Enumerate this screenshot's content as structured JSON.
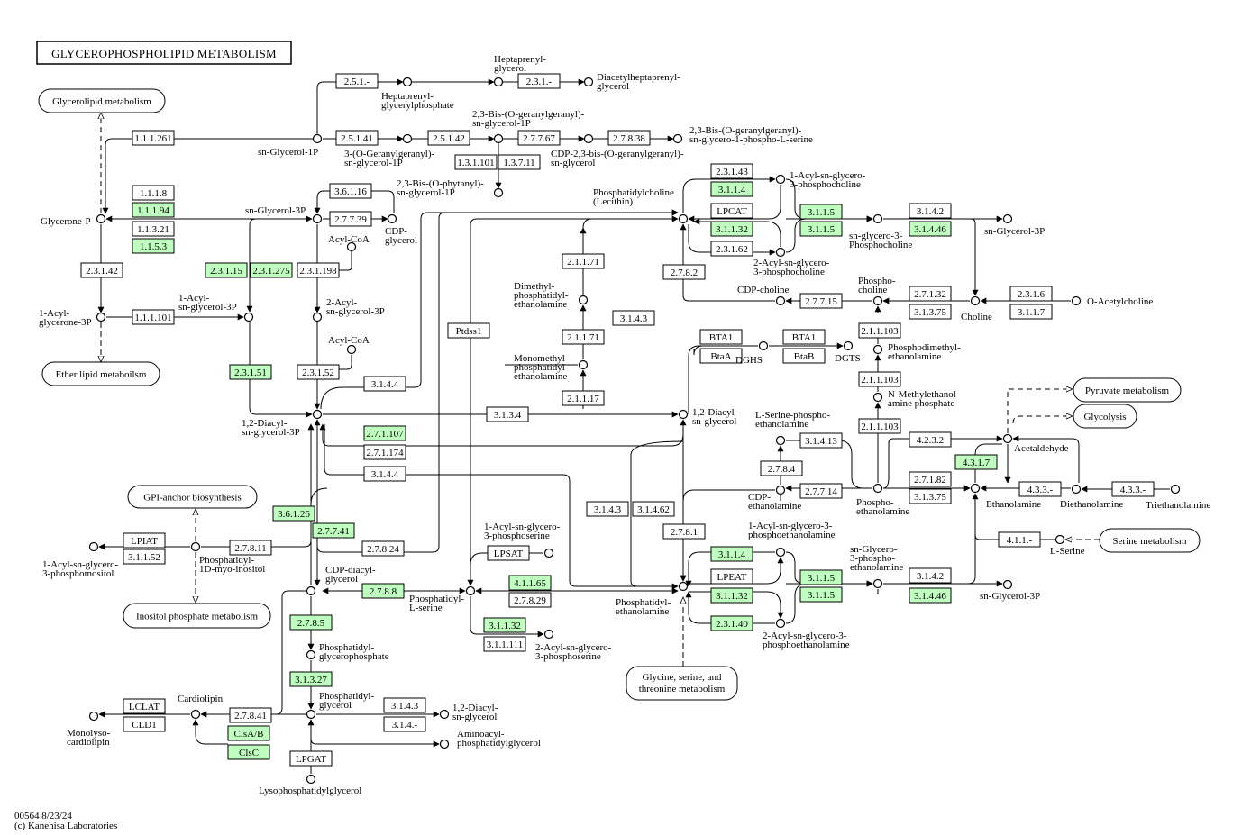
{
  "title": "GLYCEROPHOSPHOLIPID  METABOLISM",
  "footer": {
    "line1": "00564 8/23/24",
    "line2": "(c) Kanehisa Laboratories"
  },
  "colors": {
    "highlight": "#bfffbf",
    "plain": "#ffffff",
    "stroke": "#000000"
  },
  "enzymes": [
    {
      "label": "2.5.1.-",
      "hl": false
    },
    {
      "label": "2.3.1.-",
      "hl": false
    },
    {
      "label": "1.1.1.261",
      "hl": false
    },
    {
      "label": "2.5.1.41",
      "hl": false
    },
    {
      "label": "2.5.1.42",
      "hl": false
    },
    {
      "label": "2.7.7.67",
      "hl": false
    },
    {
      "label": "2.7.8.38",
      "hl": false
    },
    {
      "label": "1.3.1.101",
      "hl": false
    },
    {
      "label": "1.3.7.11",
      "hl": false
    },
    {
      "label": "1.1.1.8",
      "hl": false
    },
    {
      "label": "1.1.1.94",
      "hl": true
    },
    {
      "label": "1.1.3.21",
      "hl": false
    },
    {
      "label": "1.1.5.3",
      "hl": true
    },
    {
      "label": "3.6.1.16",
      "hl": false
    },
    {
      "label": "2.7.7.39",
      "hl": false
    },
    {
      "label": "2.3.1.42",
      "hl": false
    },
    {
      "label": "2.3.1.15",
      "hl": true
    },
    {
      "label": "2.3.1.275",
      "hl": true
    },
    {
      "label": "2.3.1.198",
      "hl": false
    },
    {
      "label": "1.1.1.101",
      "hl": false
    },
    {
      "label": "2.3.1.51",
      "hl": true
    },
    {
      "label": "2.3.1.52",
      "hl": false
    },
    {
      "label": "3.1.4.4",
      "hl": false
    },
    {
      "label": "3.1.3.4",
      "hl": false
    },
    {
      "label": "2.7.1.107",
      "hl": true
    },
    {
      "label": "2.7.1.174",
      "hl": false
    },
    {
      "label": "3.1.4.4",
      "hl": false
    },
    {
      "label": "Ptdss1",
      "hl": false
    },
    {
      "label": "2.1.1.71",
      "hl": false
    },
    {
      "label": "2.1.1.71",
      "hl": false
    },
    {
      "label": "2.1.1.17",
      "hl": false
    },
    {
      "label": "2.3.1.43",
      "hl": false
    },
    {
      "label": "3.1.1.4",
      "hl": true
    },
    {
      "label": "LPCAT",
      "hl": false
    },
    {
      "label": "3.1.1.32",
      "hl": true
    },
    {
      "label": "2.3.1.62",
      "hl": false
    },
    {
      "label": "3.1.1.5",
      "hl": true
    },
    {
      "label": "3.1.1.5",
      "hl": true
    },
    {
      "label": "3.1.4.2",
      "hl": false
    },
    {
      "label": "3.1.4.46",
      "hl": true
    },
    {
      "label": "2.7.8.2",
      "hl": false
    },
    {
      "label": "3.1.4.3",
      "hl": false
    },
    {
      "label": "2.7.7.15",
      "hl": false
    },
    {
      "label": "2.7.1.32",
      "hl": false
    },
    {
      "label": "3.1.3.75",
      "hl": false
    },
    {
      "label": "2.3.1.6",
      "hl": false
    },
    {
      "label": "3.1.1.7",
      "hl": false
    },
    {
      "label": "BTA1",
      "hl": false
    },
    {
      "label": "BtaA",
      "hl": false
    },
    {
      "label": "BTA1",
      "hl": false
    },
    {
      "label": "BtaB",
      "hl": false
    },
    {
      "label": "2.1.1.103",
      "hl": false
    },
    {
      "label": "2.1.1.103",
      "hl": false
    },
    {
      "label": "2.1.1.103",
      "hl": false
    },
    {
      "label": "3.1.4.13",
      "hl": false
    },
    {
      "label": "2.7.8.4",
      "hl": false
    },
    {
      "label": "2.7.7.14",
      "hl": false
    },
    {
      "label": "4.2.3.2",
      "hl": false
    },
    {
      "label": "4.3.1.7",
      "hl": true
    },
    {
      "label": "2.7.1.82",
      "hl": false
    },
    {
      "label": "3.1.3.75",
      "hl": false
    },
    {
      "label": "4.3.3.-",
      "hl": false
    },
    {
      "label": "4.3.3.-",
      "hl": false
    },
    {
      "label": "4.1.1.-",
      "hl": false
    },
    {
      "label": "3.1.4.3",
      "hl": false
    },
    {
      "label": "3.1.4.62",
      "hl": false
    },
    {
      "label": "2.7.8.1",
      "hl": false
    },
    {
      "label": "3.1.1.4",
      "hl": true
    },
    {
      "label": "LPEAT",
      "hl": false
    },
    {
      "label": "3.1.1.32",
      "hl": true
    },
    {
      "label": "2.3.1.40",
      "hl": true
    },
    {
      "label": "3.1.1.5",
      "hl": true
    },
    {
      "label": "3.1.1.5",
      "hl": true
    },
    {
      "label": "3.1.4.2",
      "hl": false
    },
    {
      "label": "3.1.4.46",
      "hl": true
    },
    {
      "label": "3.6.1.26",
      "hl": true
    },
    {
      "label": "2.7.7.41",
      "hl": true
    },
    {
      "label": "LPIAT",
      "hl": false
    },
    {
      "label": "3.1.1.52",
      "hl": false
    },
    {
      "label": "2.7.8.11",
      "hl": false
    },
    {
      "label": "2.7.8.24",
      "hl": false
    },
    {
      "label": "2.7.8.8",
      "hl": true
    },
    {
      "label": "LPSAT",
      "hl": false
    },
    {
      "label": "4.1.1.65",
      "hl": true
    },
    {
      "label": "2.7.8.29",
      "hl": false
    },
    {
      "label": "3.1.1.32",
      "hl": true
    },
    {
      "label": "3.1.1.111",
      "hl": false
    },
    {
      "label": "2.7.8.5",
      "hl": true
    },
    {
      "label": "3.1.3.27",
      "hl": true
    },
    {
      "label": "LCLAT",
      "hl": false
    },
    {
      "label": "CLD1",
      "hl": false
    },
    {
      "label": "2.7.8.41",
      "hl": false
    },
    {
      "label": "ClsA/B",
      "hl": true
    },
    {
      "label": "ClsC",
      "hl": true
    },
    {
      "label": "3.1.4.3",
      "hl": false
    },
    {
      "label": "3.1.4.-",
      "hl": false
    },
    {
      "label": "LPGAT",
      "hl": false
    }
  ],
  "compounds": [
    [
      "Heptaprenyl-",
      "glycerol"
    ],
    [
      "Diacetylheptaprenyl-",
      "glycerol"
    ],
    [
      "Heptaprenyl-",
      "glycerylphosphate"
    ],
    [
      "sn-Glycerol-1P"
    ],
    [
      "3-(O-Geranylgeranyl)-",
      "sn-glycerol-1P"
    ],
    [
      "2,3-Bis-(O-geranylgeranyl)-",
      "sn-glycerol-1P"
    ],
    [
      "CDP-2,3-bis-(O-geranylgeranyl)-",
      "sn-glycerol"
    ],
    [
      "2,3-Bis-(O-geranylgeranyl)-",
      "sn-glycero-1-phospho-L-serine"
    ],
    [
      "2,3-Bis-(O-phytanyl)-",
      "sn-glycerol-1P"
    ],
    [
      "Glycerone-P"
    ],
    [
      "sn-Glycerol-3P"
    ],
    [
      "CDP-",
      "glycerol"
    ],
    [
      "Acyl-CoA"
    ],
    [
      "1-Acyl-",
      "glycerone-3P"
    ],
    [
      "1-Acyl-",
      "sn-glycerol-3P"
    ],
    [
      "2-Acyl-",
      "sn-glycerol-3P"
    ],
    [
      "Acyl-CoA"
    ],
    [
      "1,2-Diacyl-",
      "sn-glycerol-3P"
    ],
    [
      "Phosphatidylcholine",
      "(Lecithin)"
    ],
    [
      "1-Acyl-sn-glycero-",
      "3-phosphocholine"
    ],
    [
      "sn-glycero-3-",
      "Phosphocholine"
    ],
    [
      "sn-Glycerol-3P"
    ],
    [
      "2-Acyl-sn-glycero-",
      "3-phosphocholine"
    ],
    [
      "Dimethyl-",
      "phosphatidyl-",
      "ethanolamine"
    ],
    [
      "Monomethyl-",
      "phosphatidyl-",
      "ethanolamine"
    ],
    [
      "CDP-choline"
    ],
    [
      "Phospho-",
      "choline"
    ],
    [
      "Choline"
    ],
    [
      "O-Acetylcholine"
    ],
    [
      "DGHS"
    ],
    [
      "DGTS"
    ],
    [
      "Phosphodimethyl-",
      "ethanolamine"
    ],
    [
      "N-Methylethanol-",
      "amine phosphate"
    ],
    [
      "1,2-Diacyl-",
      "sn-glycerol"
    ],
    [
      "L-Serine-phospho-",
      "ethanolamine"
    ],
    [
      "Acetaldehyde"
    ],
    [
      "CDP-",
      "ethanolamine"
    ],
    [
      "Phospho-",
      "ethanolamine"
    ],
    [
      "Ethanolamine"
    ],
    [
      "Diethanolamine"
    ],
    [
      "Triethanolamine"
    ],
    [
      "L-Serine"
    ],
    [
      "1-Acyl-sn-glycero-3-",
      "phosphoethanolamine"
    ],
    [
      "sn-Glycero-",
      "3-phospho-",
      "ethanolamine"
    ],
    [
      "sn-Glycerol-3P"
    ],
    [
      "Phosphatidyl-",
      "ethanolamine"
    ],
    [
      "2-Acyl-sn-glycero-3-",
      "phosphoethanolamine"
    ],
    [
      "1-Acyl-sn-glycero-",
      "3-phosphoserine"
    ],
    [
      "Phosphatidyl-",
      "L-serine"
    ],
    [
      "2-Acyl-sn-glycero-",
      "3-phosphoserine"
    ],
    [
      "1-Acyl-sn-glycero-",
      "3-phosphomositol"
    ],
    [
      "Phosphatidyl-",
      "1D-myo-inositol"
    ],
    [
      "CDP-diacyl-",
      "glycerol"
    ],
    [
      "Phosphatidyl-",
      "glycerophosphate"
    ],
    [
      "Phosphatidyl-",
      "glycerol"
    ],
    [
      "Cardiolipin"
    ],
    [
      "Monolyso-",
      "cardiolipin"
    ],
    [
      "1,2-Diacyl-",
      "sn-glycerol"
    ],
    [
      "Aminoacyl-",
      "phosphatidylglycerol"
    ],
    [
      "Lysophosphatidylglycerol"
    ]
  ],
  "maps": [
    "Glycerolipid metabolism",
    "Ether lipid metaboilsm",
    "GPI-anchor biosynthesis",
    "Inositol phosphate metabolism",
    "Glycine, serine, and|threonine metabolism",
    "Pyruvate metabolism",
    "Glycolysis",
    "Serine metabolism"
  ]
}
